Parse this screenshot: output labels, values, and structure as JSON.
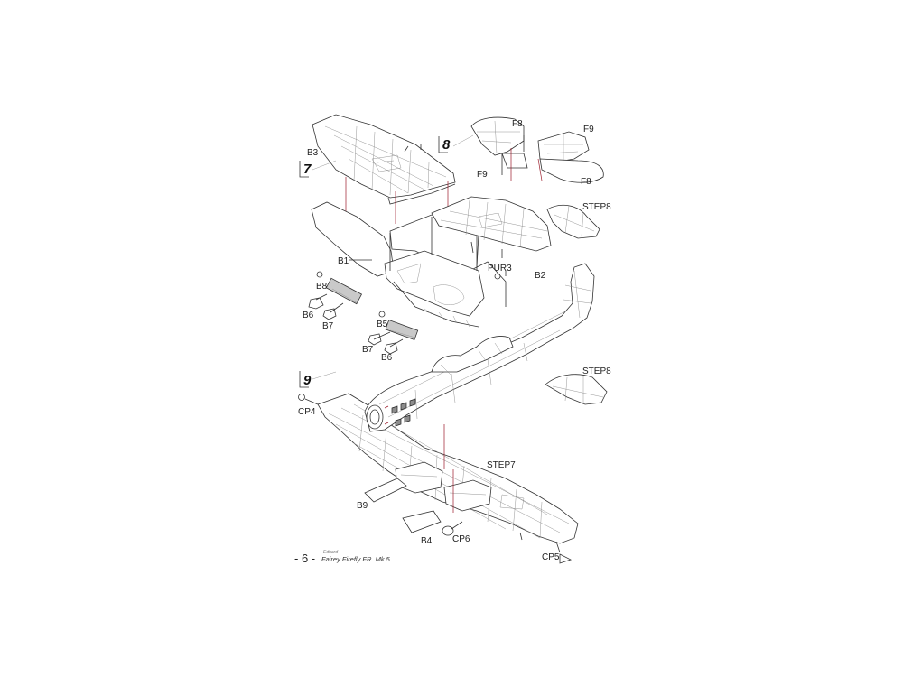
{
  "steps": {
    "s7": "7",
    "s8": "8",
    "s9": "9"
  },
  "labels": {
    "b3": "B3",
    "b1": "B1",
    "b2": "B2",
    "b8": "B8",
    "b7": "B7",
    "b6": "B6",
    "b5": "B5",
    "b7b": "B7",
    "b6b": "B6",
    "pur3": "PUR3",
    "f8a": "F8",
    "f9a": "F9",
    "f9b": "F9",
    "f8b": "F8",
    "step8a": "STEP8",
    "step8b": "STEP8",
    "step7": "STEP7",
    "cp4": "CP4",
    "b9": "B9",
    "b4": "B4",
    "cp6": "CP6",
    "cp5": "CP5"
  },
  "footer": {
    "page": "- 6 -",
    "brand": "Eduard",
    "title": "Fairey Firefly FR. Mk.5"
  }
}
